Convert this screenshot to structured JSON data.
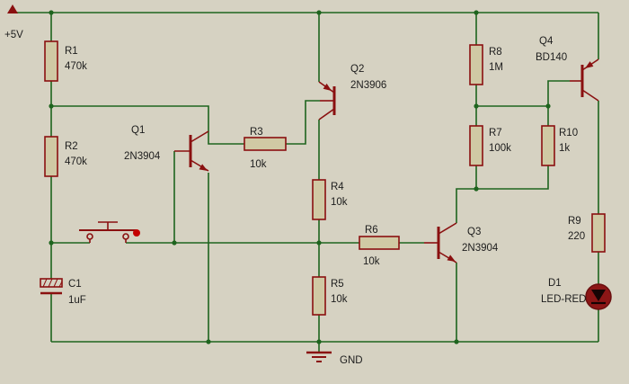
{
  "schematic": {
    "power_label": "+5V",
    "ground_label": "GND",
    "components": {
      "r1": {
        "ref": "R1",
        "value": "470k"
      },
      "r2": {
        "ref": "R2",
        "value": "470k"
      },
      "r3": {
        "ref": "R3",
        "value": "10k"
      },
      "r4": {
        "ref": "R4",
        "value": "10k"
      },
      "r5": {
        "ref": "R5",
        "value": "10k"
      },
      "r6": {
        "ref": "R6",
        "value": "10k"
      },
      "r7": {
        "ref": "R7",
        "value": "100k"
      },
      "r8": {
        "ref": "R8",
        "value": "1M"
      },
      "r9": {
        "ref": "R9",
        "value": "220"
      },
      "r10": {
        "ref": "R10",
        "value": "1k"
      },
      "q1": {
        "ref": "Q1",
        "value": "2N3904"
      },
      "q2": {
        "ref": "Q2",
        "value": "2N3906"
      },
      "q3": {
        "ref": "Q3",
        "value": "2N3904"
      },
      "q4": {
        "ref": "Q4",
        "value": "BD140"
      },
      "c1": {
        "ref": "C1",
        "value": "1uF"
      },
      "d1": {
        "ref": "D1",
        "value": "LED-RED"
      }
    },
    "colors": {
      "background": "#d6d2c2",
      "wire": "#1e641e",
      "component_outline": "#8a1010",
      "component_fill": "#d0c9a4",
      "text": "#1d1d1d",
      "led_body": "#8c1616",
      "button_indicator": "#c40000"
    }
  }
}
